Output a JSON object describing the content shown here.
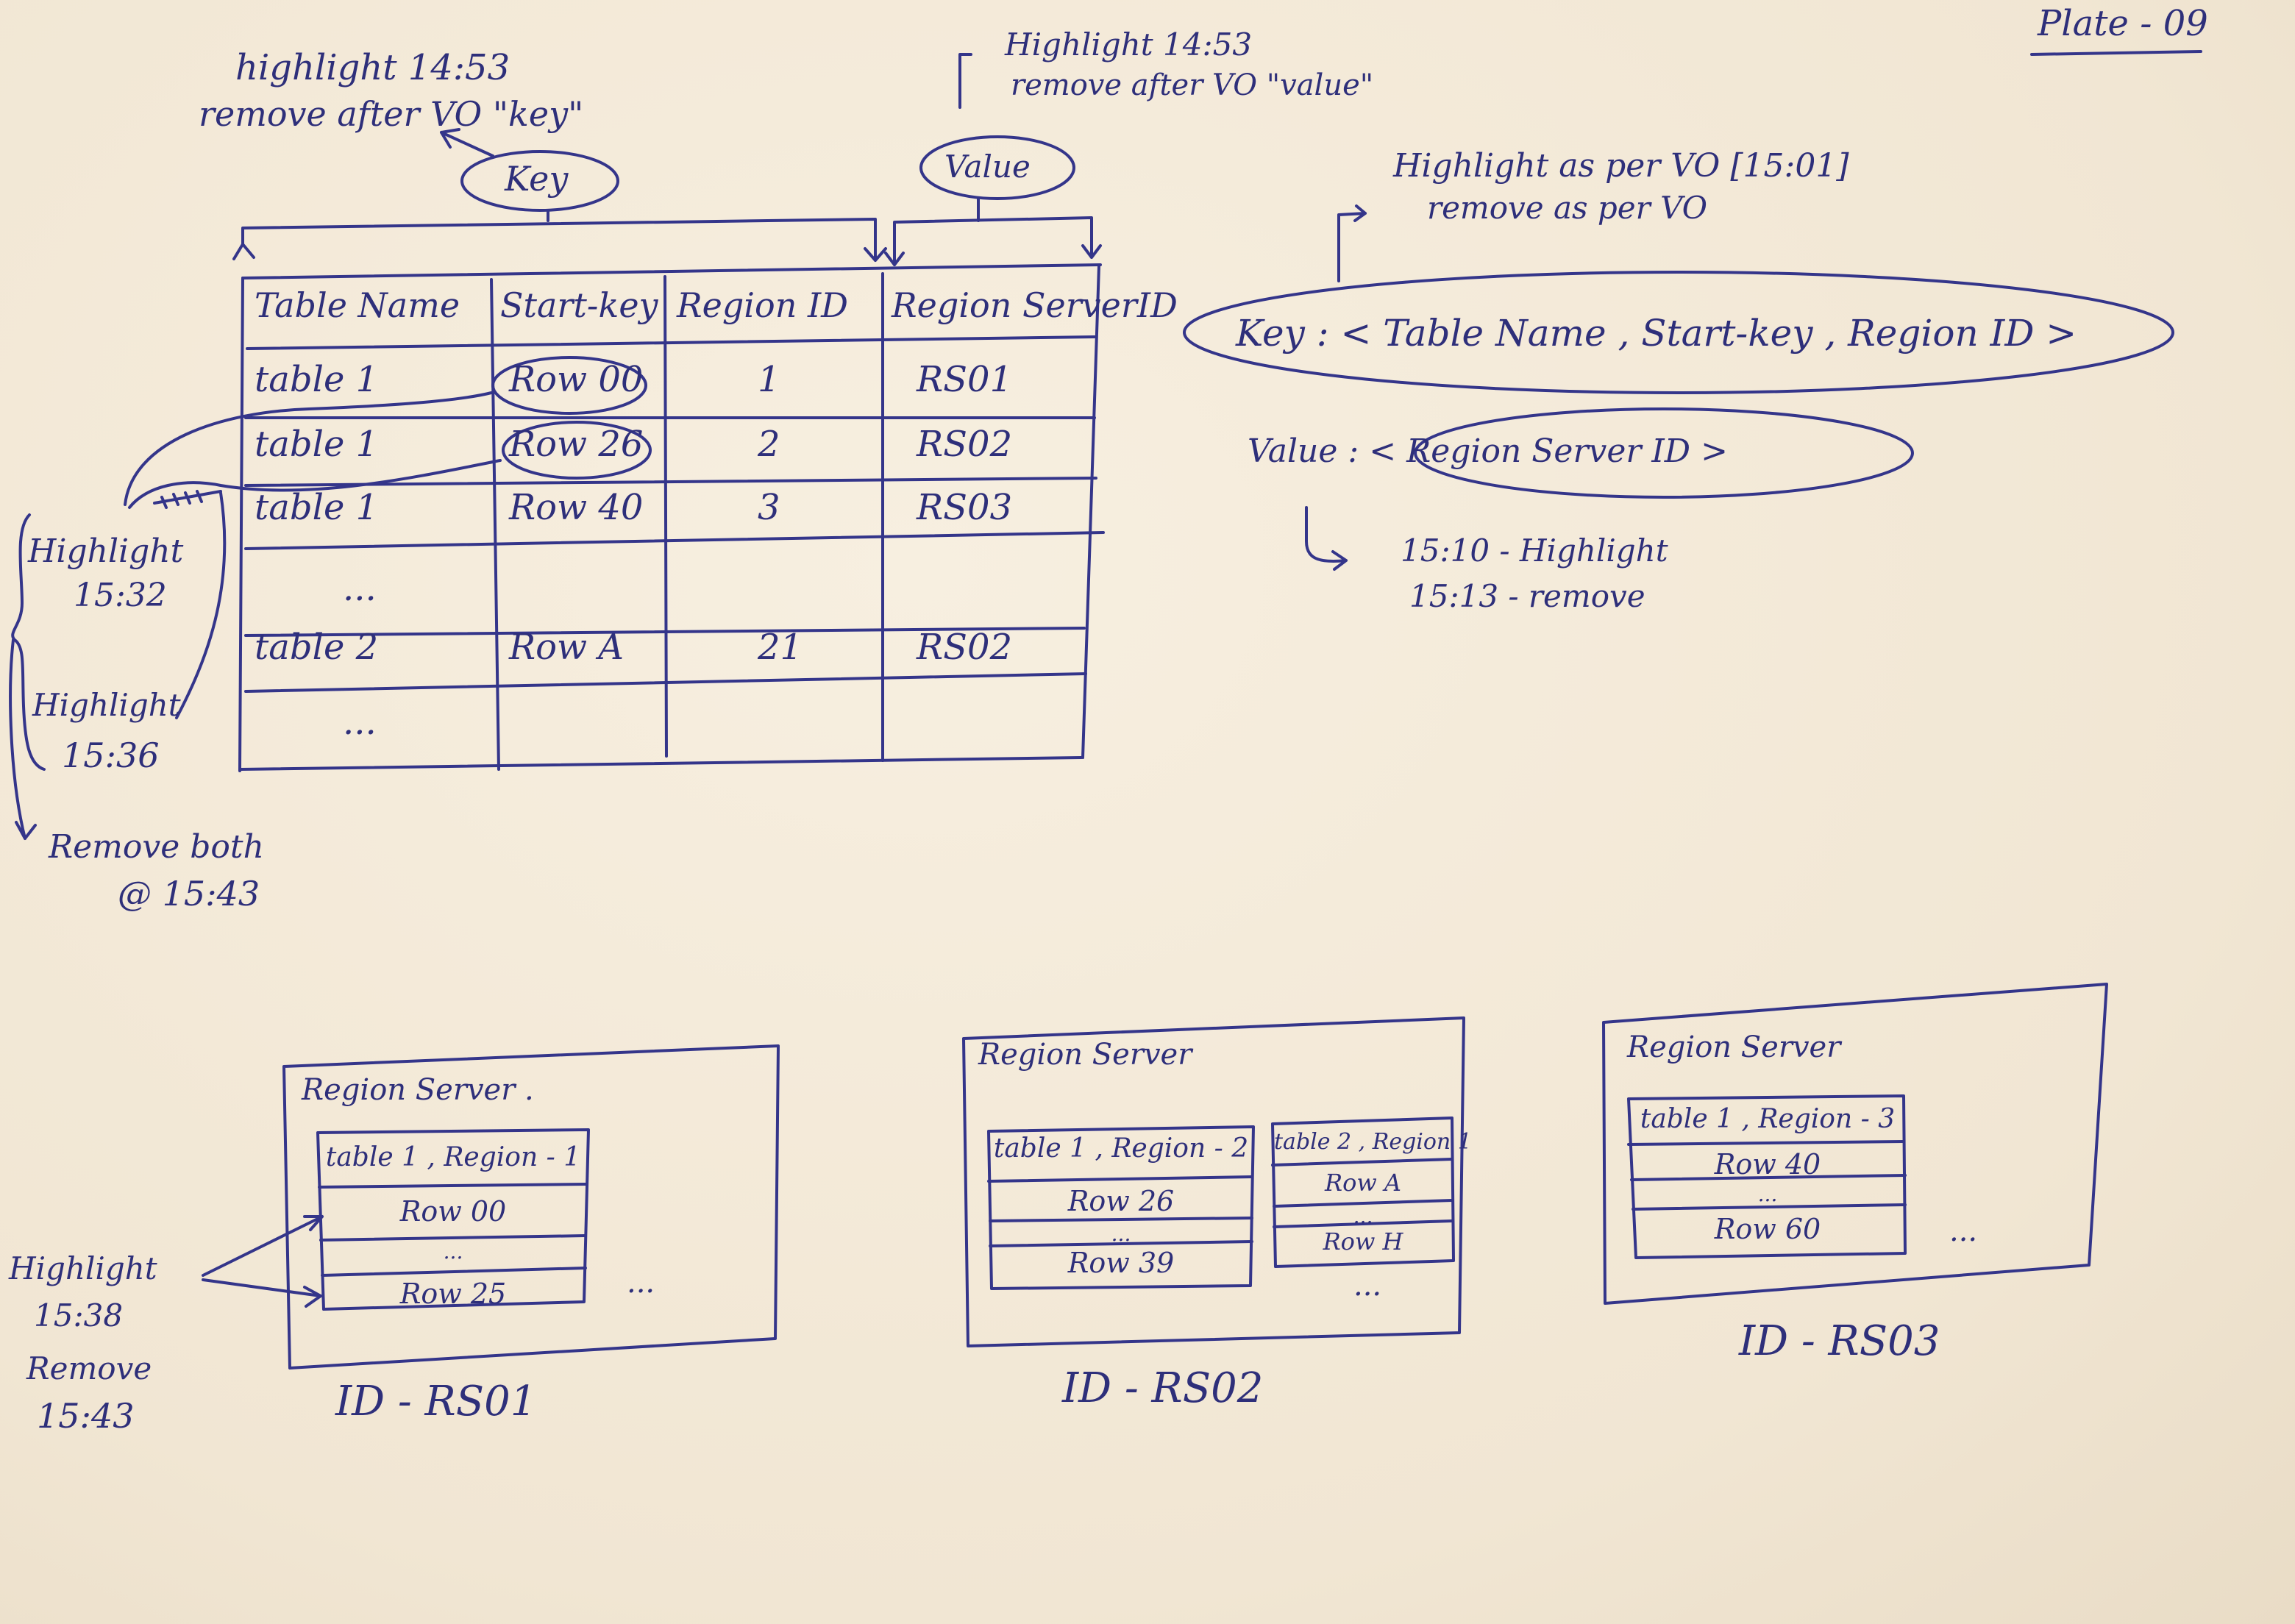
{
  "plate_label": "Plate - 09",
  "annotations": {
    "key_note_line1": "highlight 14:53",
    "key_note_line2": "remove after VO \"key\"",
    "value_note_line1": "Highlight 14:53",
    "value_note_line2": "remove after VO \"value\"",
    "key_bubble": "Key",
    "value_bubble": "Value",
    "def_note_line1": "Highlight as per VO [15:01]",
    "def_note_line2": "remove as per VO",
    "key_def": "Key : < Table Name , Start-key , Region ID >",
    "value_def": "Value : < Region Server ID >",
    "value_def_note_line1": "15:10 - Highlight",
    "value_def_note_line2": "15:13 - remove",
    "left_highlight_1": "Highlight",
    "left_highlight_1_time": "15:32",
    "left_highlight_2": "Highlight",
    "left_highlight_2_time": "15:36",
    "left_remove_line1": "Remove both",
    "left_remove_line2": "@ 15:43",
    "rs01_highlight": "Highlight",
    "rs01_highlight_time": "15:38",
    "rs01_remove": "Remove",
    "rs01_remove_time": "15:43"
  },
  "table": {
    "headers": [
      "Table Name",
      "Start-key",
      "Region ID",
      "Region ServerID"
    ],
    "rows": [
      [
        "table 1",
        "Row 00",
        "1",
        "RS01"
      ],
      [
        "table 1",
        "Row 26",
        "2",
        "RS02"
      ],
      [
        "table 1",
        "Row 40",
        "3",
        "RS03"
      ],
      [
        "...",
        "",
        "",
        ""
      ],
      [
        "table 2",
        "Row A",
        "21",
        "RS02"
      ],
      [
        "...",
        "",
        "",
        ""
      ]
    ]
  },
  "servers": [
    {
      "title": "Region Server .",
      "id_label": "ID - RS01",
      "regions": [
        {
          "header": "table 1 , Region - 1",
          "rows": [
            "Row 00",
            "...",
            "Row 25"
          ]
        }
      ],
      "more": "..."
    },
    {
      "title": "Region Server",
      "id_label": "ID - RS02",
      "regions": [
        {
          "header": "table 1 , Region - 2",
          "rows": [
            "Row 26",
            "...",
            "Row 39"
          ]
        },
        {
          "header": "table 2 , Region 1",
          "rows": [
            "Row A",
            "...",
            "Row H"
          ]
        }
      ],
      "more": "..."
    },
    {
      "title": "Region Server",
      "id_label": "ID - RS03",
      "regions": [
        {
          "header": "table 1 , Region - 3",
          "rows": [
            "Row 40",
            "...",
            "Row 60"
          ]
        }
      ],
      "more": "..."
    }
  ]
}
